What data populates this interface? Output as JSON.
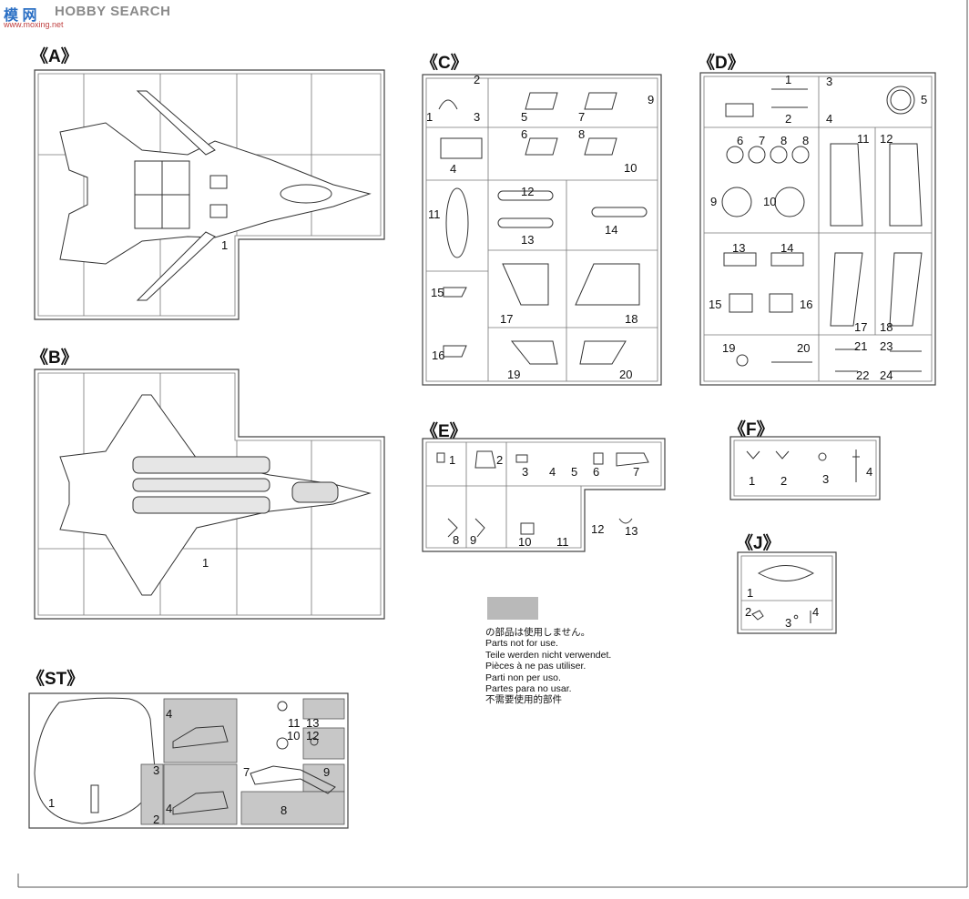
{
  "watermark": {
    "logo": "模 网",
    "brand": "HOBBY SEARCH",
    "url": "www.moxing.net"
  },
  "sections": {
    "A": {
      "title": "《A》",
      "parts": [
        "1"
      ]
    },
    "B": {
      "title": "《B》",
      "parts": [
        "1"
      ]
    },
    "C": {
      "title": "《C》",
      "parts": [
        "1",
        "2",
        "3",
        "4",
        "5",
        "6",
        "7",
        "8",
        "9",
        "10",
        "11",
        "12",
        "13",
        "14",
        "15",
        "16",
        "17",
        "18",
        "19",
        "20"
      ]
    },
    "D": {
      "title": "《D》",
      "parts": [
        "1",
        "2",
        "3",
        "4",
        "5",
        "6",
        "7",
        "8",
        "8",
        "9",
        "10",
        "11",
        "12",
        "13",
        "14",
        "15",
        "16",
        "17",
        "18",
        "19",
        "20",
        "21",
        "22",
        "23",
        "24"
      ]
    },
    "E": {
      "title": "《E》",
      "parts": [
        "1",
        "2",
        "3",
        "4",
        "5",
        "6",
        "7",
        "8",
        "9",
        "10",
        "11",
        "12",
        "13"
      ]
    },
    "F": {
      "title": "《F》",
      "parts": [
        "1",
        "2",
        "3",
        "4"
      ]
    },
    "J": {
      "title": "《J》",
      "parts": [
        "1",
        "2",
        "3",
        "4"
      ]
    },
    "ST": {
      "title": "《ST》",
      "parts": [
        "1",
        "2",
        "3",
        "4",
        "4",
        "7",
        "8",
        "9",
        "10",
        "11",
        "12",
        "13"
      ]
    }
  },
  "legend": {
    "lines": [
      "の部品は使用しません。",
      "Parts not for use.",
      "Teile werden nicht verwendet.",
      "Pièces à ne pas utiliser.",
      "Parti non per uso.",
      "Partes para no usar.",
      "不需要使用的部件"
    ],
    "swatch_color": "#b9b9b9"
  }
}
